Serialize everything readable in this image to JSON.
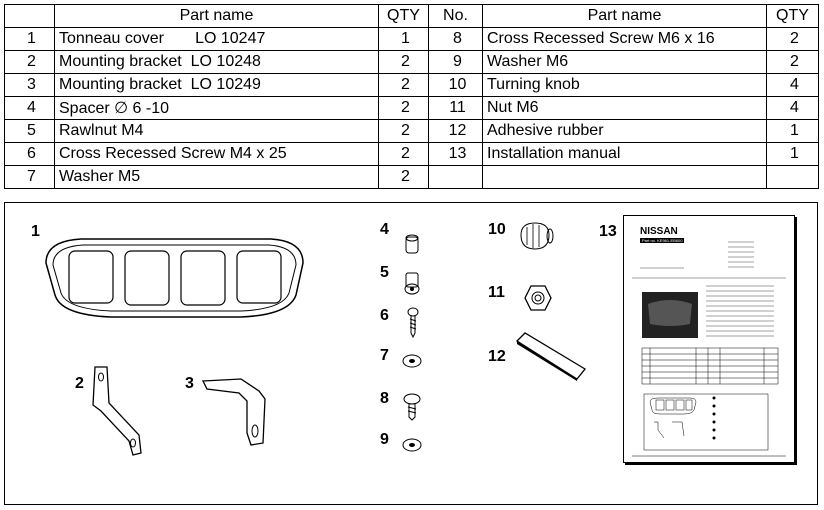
{
  "table": {
    "headers": [
      "",
      "Part name",
      "QTY",
      "No.",
      "Part name",
      "QTY"
    ],
    "rows": [
      {
        "no1": "1",
        "name1": "Tonneau cover       LO 10247",
        "qty1": "1",
        "no2": "8",
        "name2": "Cross Recessed Screw M6 x 16",
        "qty2": "2"
      },
      {
        "no1": "2",
        "name1": "Mounting bracket  LO 10248",
        "qty1": "2",
        "no2": "9",
        "name2": "Washer M6",
        "qty2": "2"
      },
      {
        "no1": "3",
        "name1": "Mounting bracket  LO 10249",
        "qty1": "2",
        "no2": "10",
        "name2": "Turning knob",
        "qty2": "4"
      },
      {
        "no1": "4",
        "name1": "Spacer ∅ 6 -10",
        "qty1": "2",
        "no2": "11",
        "name2": "Nut M6",
        "qty2": "4"
      },
      {
        "no1": "5",
        "name1": "Rawlnut M4",
        "qty1": "2",
        "no2": "12",
        "name2": "Adhesive rubber",
        "qty2": "1"
      },
      {
        "no1": "6",
        "name1": "Cross Recessed Screw M4 x 25",
        "qty1": "2",
        "no2": "13",
        "name2": "Installation manual",
        "qty2": "1"
      },
      {
        "no1": "7",
        "name1": "Washer M5",
        "qty1": "2",
        "no2": "",
        "name2": "",
        "qty2": ""
      }
    ]
  },
  "diagram": {
    "labels": [
      "1",
      "2",
      "3",
      "4",
      "5",
      "6",
      "7",
      "8",
      "9",
      "10",
      "11",
      "12",
      "13"
    ],
    "manual_brand": "NISSAN",
    "manual_part_no": "Part no. KE961-EB600"
  }
}
